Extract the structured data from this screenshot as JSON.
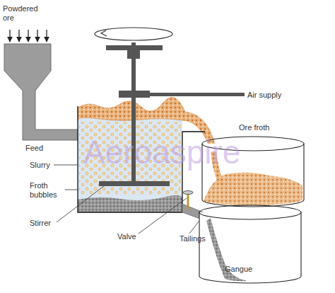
{
  "diagram": {
    "labels": [
      "Powdered ore",
      "Feed",
      "Slurry",
      "Froth bubbles",
      "Stirrer",
      "Valve",
      "Tailings",
      "Gangue",
      "Air supply",
      "Ore froth",
      "Aeroaspire"
    ]
  }
}
